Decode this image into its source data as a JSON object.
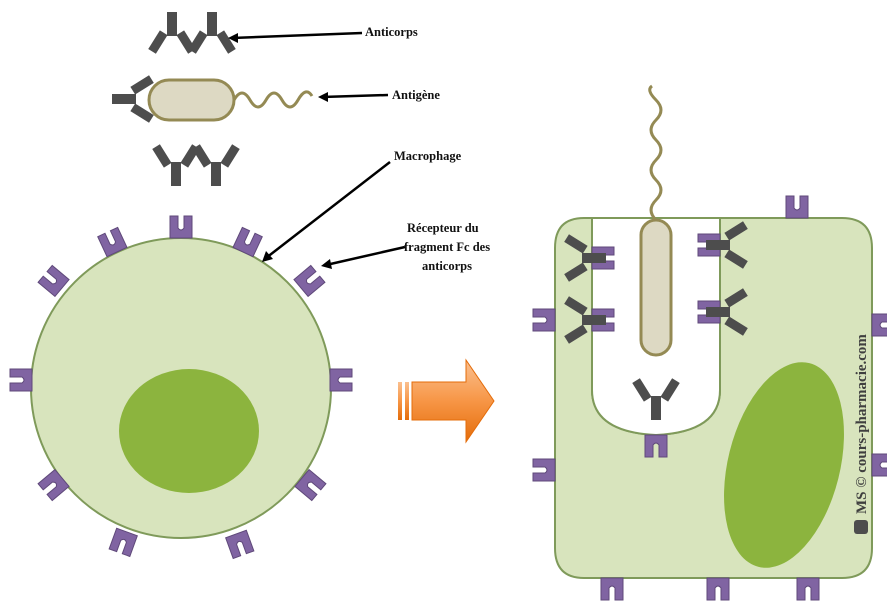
{
  "labels": {
    "antibody": "Anticorps",
    "antigen": "Antigène",
    "macrophage": "Macrophage",
    "receptor_line1": "Récepteur du",
    "receptor_line2": "fragment Fc des",
    "receptor_line3": "anticorps"
  },
  "watermark": "MS © cours-pharmacie.com",
  "colors": {
    "cell_fill": "#d8e4bd",
    "cell_stroke": "#7f9a5a",
    "nucleus": "#8cb43e",
    "receptor": "#8064a2",
    "antibody": "#4d4d4d",
    "antigen_fill": "#ddd9c3",
    "antigen_stroke": "#948a54",
    "arrow": "#f79646"
  },
  "icons": {
    "process_arrow": "right-arrow-icon"
  }
}
